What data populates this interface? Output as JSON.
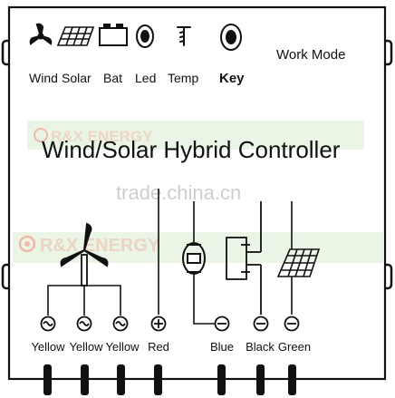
{
  "indicators": [
    {
      "label": "Wind",
      "icon": "wind-turbine-icon"
    },
    {
      "label": "Solar",
      "icon": "solar-panel-icon"
    },
    {
      "label": "Bat",
      "icon": "battery-icon"
    },
    {
      "label": "Led",
      "icon": "led-icon"
    },
    {
      "label": "Temp",
      "icon": "thermometer-icon"
    }
  ],
  "key_label": "Key",
  "work_mode_label": "Work Mode",
  "title": "Wind/Solar Hybrid Controller",
  "watermarks": {
    "site": "trade.china.cn",
    "brand": "R&X ENERGY"
  },
  "terminals": [
    {
      "label": "Yellow",
      "symbol": "~"
    },
    {
      "label": "Yellow",
      "symbol": "~"
    },
    {
      "label": "Yellow",
      "symbol": "~"
    },
    {
      "label": "Red",
      "symbol": "+"
    },
    {
      "label": "Blue",
      "symbol": "-"
    },
    {
      "label": "Black",
      "symbol": "-"
    },
    {
      "label": "Green",
      "symbol": "-"
    }
  ],
  "colors": {
    "line": "#111111",
    "watermark_band": "#e3f1dc",
    "watermark_text": "#f0b8a8",
    "watermark_gray": "#c9c9c9"
  }
}
